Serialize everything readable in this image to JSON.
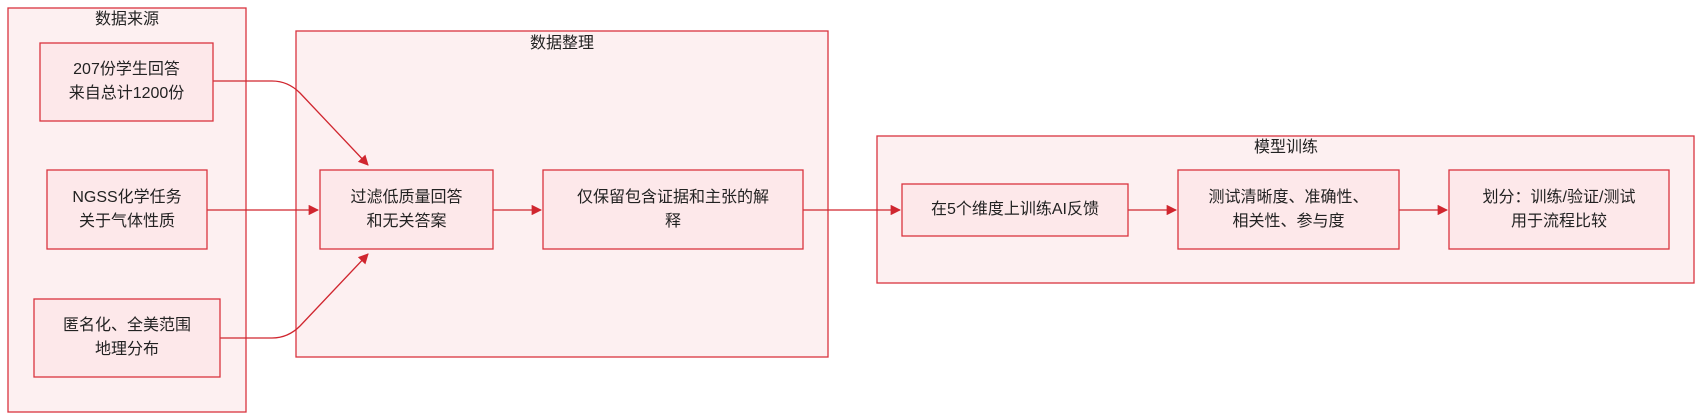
{
  "sources": {
    "title": "数据来源",
    "students": [
      "207份学生回答",
      "来自总计1200份"
    ],
    "ngss": [
      "NGSS化学任务",
      "关于气体性质"
    ],
    "anon": [
      "匿名化、全美范围",
      "地理分布"
    ]
  },
  "cleaning": {
    "title": "数据整理",
    "filter": [
      "过滤低质量回答",
      "和无关答案"
    ],
    "keep": [
      "仅保留包含证据和主张的解",
      "释"
    ]
  },
  "training": {
    "title": "模型训练",
    "train": [
      "在5个维度上训练AI反馈"
    ],
    "test": [
      "测试清晰度、准确性、",
      "相关性、参与度"
    ],
    "split": [
      "划分：训练/验证/测试",
      "用于流程比较"
    ]
  },
  "colors": {
    "stroke": "#d9343f",
    "group_fill": "#fdf0f1",
    "node_fill": "#fde8ea",
    "edge": "#d0262f",
    "text": "#222222"
  }
}
